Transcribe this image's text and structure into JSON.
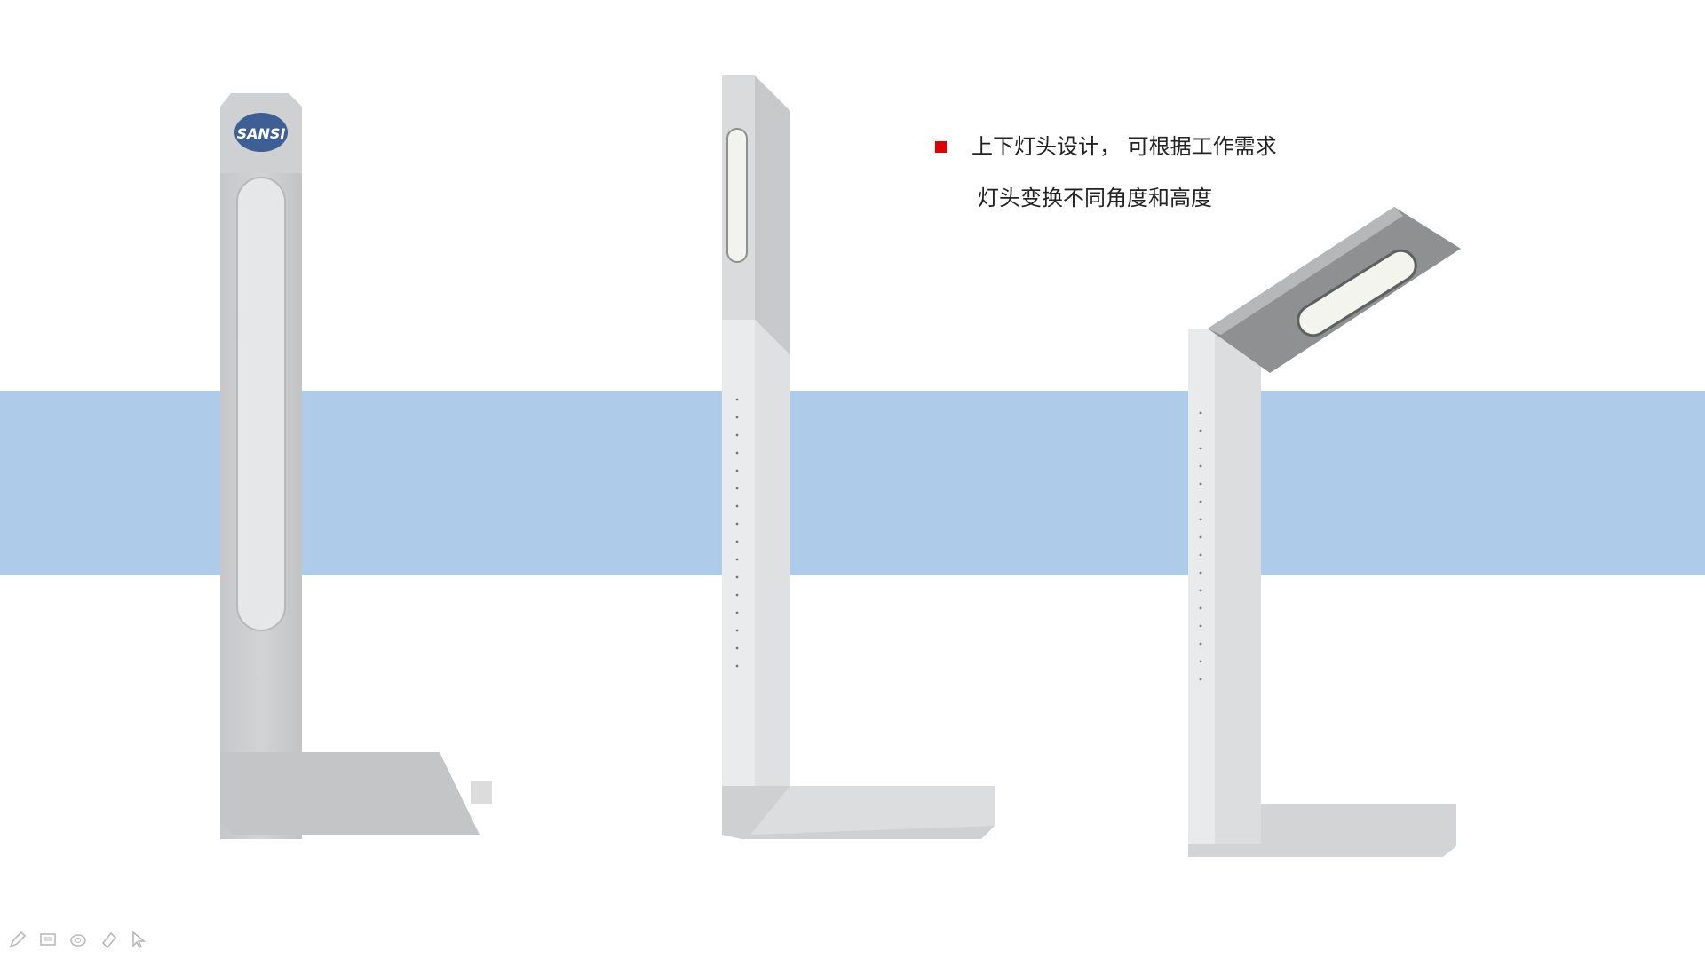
{
  "slide": {
    "bullet_text_line1": "上下灯头设计， 可根据工作需求",
    "bullet_text_line2": "灯头变换不同角度和高度"
  },
  "logo": {
    "text": "SANSI"
  },
  "colors": {
    "band": "#aecbea",
    "bullet": "#e00000",
    "logo_badge": "#3d5f96"
  },
  "toolbar": {
    "tools": [
      "pen-icon",
      "slide-icon",
      "eraser-icon",
      "highlighter-icon",
      "pointer-icon"
    ]
  }
}
